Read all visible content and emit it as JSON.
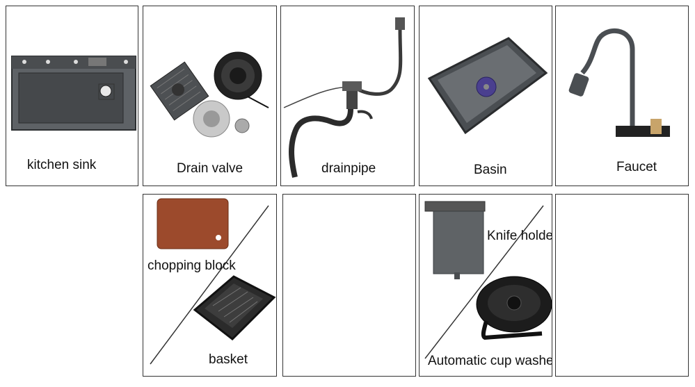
{
  "catalog": {
    "cells": [
      {
        "id": "kitchen-sink",
        "label": "kitchen sink"
      },
      {
        "id": "drain-valve",
        "label": "Drain valve"
      },
      {
        "id": "drainpipe",
        "label": "drainpipe"
      },
      {
        "id": "basin",
        "label": "Basin"
      },
      {
        "id": "faucet",
        "label": "Faucet"
      }
    ],
    "combo1": {
      "top_label": "chopping block",
      "bottom_label": "basket"
    },
    "combo2": {
      "top_label": "Knife holder",
      "bottom_label": "Automatic cup washer"
    }
  },
  "colors": {
    "border": "#333333",
    "steel": "#6b6f73",
    "steel_dark": "#3a3d40",
    "wood": "#9c4a2c",
    "cap_purple": "#4a3f8f",
    "brass": "#c8a46a"
  }
}
